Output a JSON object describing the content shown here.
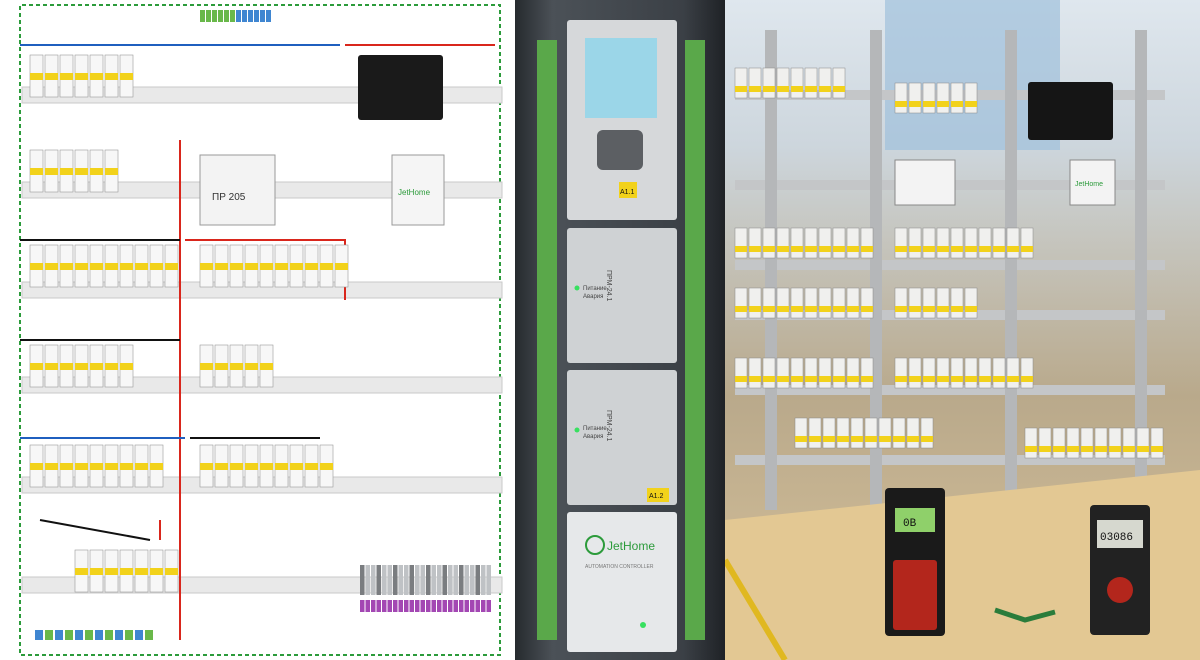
{
  "schematic": {
    "relay_label": "ПР 205",
    "brand_label": "JetHome"
  },
  "controller": {
    "module_label": "ПРМ-24.1",
    "module_label_2": "ПРМ-24.1",
    "status_text_1": "Питание",
    "status_text_2": "Авария",
    "status_text_3": "Питание",
    "status_text_4": "Авария",
    "tag_a1": "А1.1",
    "tag_a2": "А1.2",
    "brand_label": "JetHome",
    "brand_sub": "AUTOMATION CONTROLLER"
  },
  "cabinet": {
    "meter1_reading": "0B",
    "meter2_reading": "03086",
    "brand_label": "JetHome"
  },
  "colors": {
    "wire_red": "#d9261c",
    "wire_blue": "#1f5fbf",
    "wire_black": "#111111",
    "wire_green": "#2c9b3b",
    "breaker_yellow": "#f2d21b",
    "terminal_green": "#69b84a",
    "terminal_blue": "#3f86d1",
    "terminal_purple": "#a347b3",
    "din_rail": "#e9e9e9"
  }
}
